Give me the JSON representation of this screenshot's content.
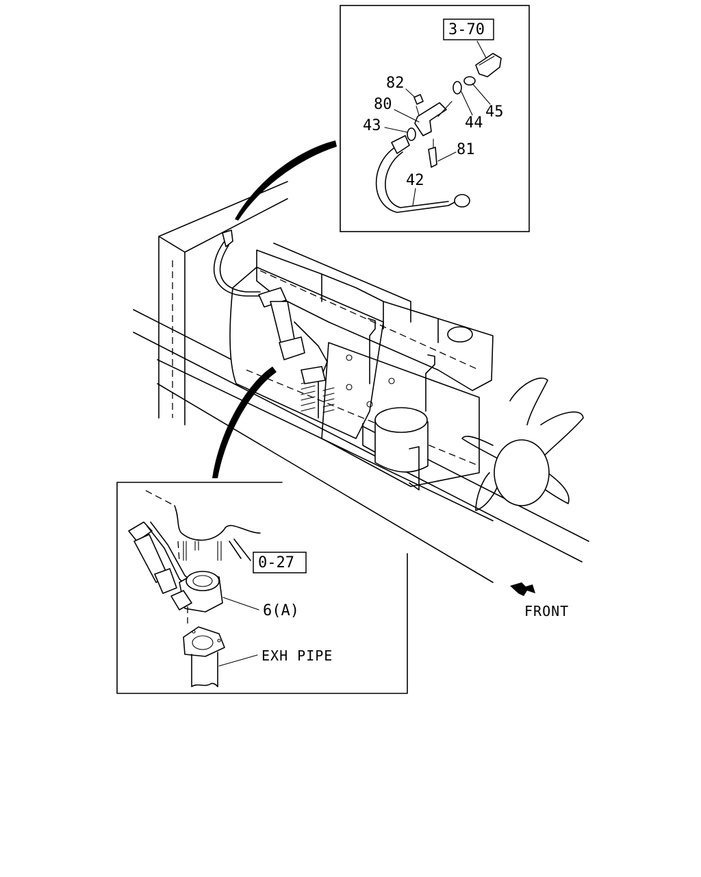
{
  "detail_top": {
    "ref_box": "3-70",
    "callouts": [
      "82",
      "80",
      "43",
      "44",
      "45",
      "81",
      "42"
    ]
  },
  "detail_bottom": {
    "ref_box": "0-27",
    "part_label": "6(A)",
    "pipe_label": "EXH PIPE"
  },
  "main_view": {
    "direction_label": "FRONT",
    "direction_icon": "front-arrow-icon"
  }
}
